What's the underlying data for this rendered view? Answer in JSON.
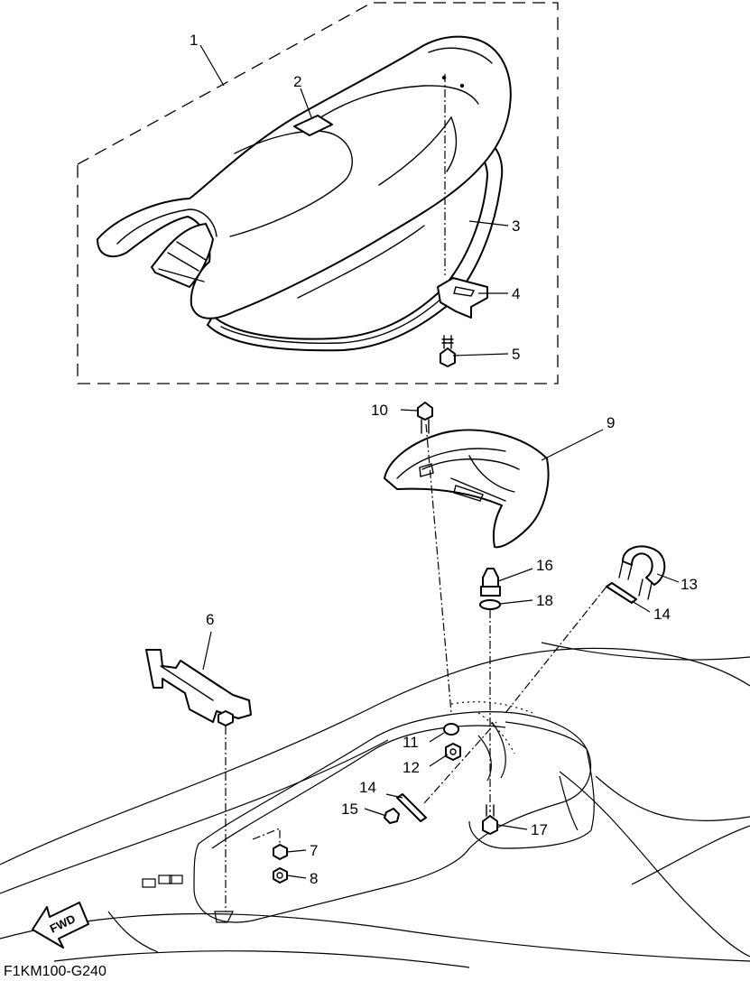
{
  "diagram_code": "F1KM100-G240",
  "fwd_label": "FWD",
  "callouts": [
    {
      "id": "1",
      "label": "1"
    },
    {
      "id": "2",
      "label": "2"
    },
    {
      "id": "3",
      "label": "3"
    },
    {
      "id": "4",
      "label": "4"
    },
    {
      "id": "5",
      "label": "5"
    },
    {
      "id": "6",
      "label": "6"
    },
    {
      "id": "7",
      "label": "7"
    },
    {
      "id": "8",
      "label": "8"
    },
    {
      "id": "9",
      "label": "9"
    },
    {
      "id": "10",
      "label": "10"
    },
    {
      "id": "11",
      "label": "11"
    },
    {
      "id": "12",
      "label": "12"
    },
    {
      "id": "13",
      "label": "13"
    },
    {
      "id": "14a",
      "label": "14"
    },
    {
      "id": "14b",
      "label": "14"
    },
    {
      "id": "15",
      "label": "15"
    },
    {
      "id": "16",
      "label": "16"
    },
    {
      "id": "17",
      "label": "17"
    },
    {
      "id": "18",
      "label": "18"
    }
  ]
}
